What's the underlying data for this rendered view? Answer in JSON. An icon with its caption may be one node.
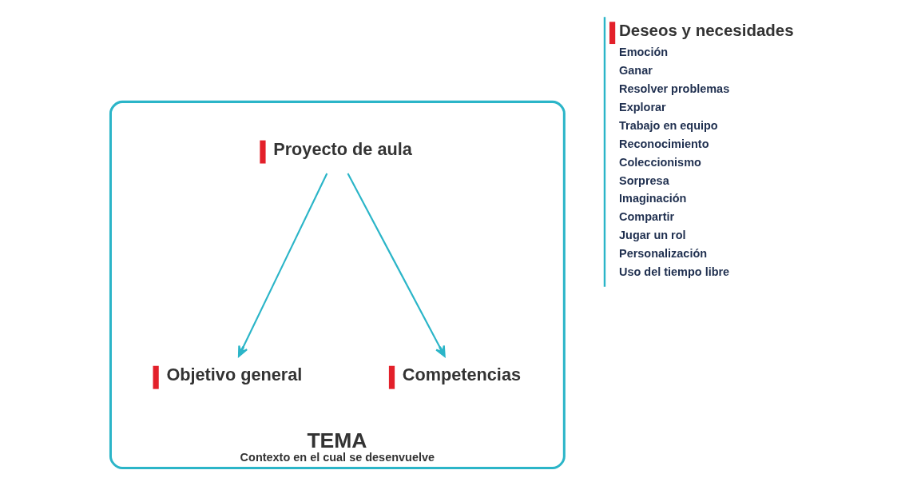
{
  "diagram": {
    "nodes": [
      {
        "text": [
          "TEMA",
          "Contexto en el cual se desenvuelve"
        ]
      },
      {
        "text": [
          "Proyecto de aula"
        ],
        "in": 0
      },
      {
        "text": [
          "Objetivo general"
        ],
        "in": 0
      },
      {
        "text": [
          "Competencias"
        ],
        "in": 0
      }
    ],
    "edges": [
      {
        "from": 1,
        "to": 2,
        "arrow": "to"
      },
      {
        "from": 1,
        "to": 3,
        "arrow": "to"
      }
    ],
    "labels": [
      "Deseos y necesidades",
      "Emoción",
      "Ganar",
      "Resolver problemas",
      "Explorar",
      "Trabajo en equipo",
      "Reconocimiento",
      "Coleccionismo",
      "Sorpresa",
      "Imaginación",
      "Compartir",
      "Jugar un rol",
      "Personalización",
      "Uso del tiempo libre"
    ]
  }
}
